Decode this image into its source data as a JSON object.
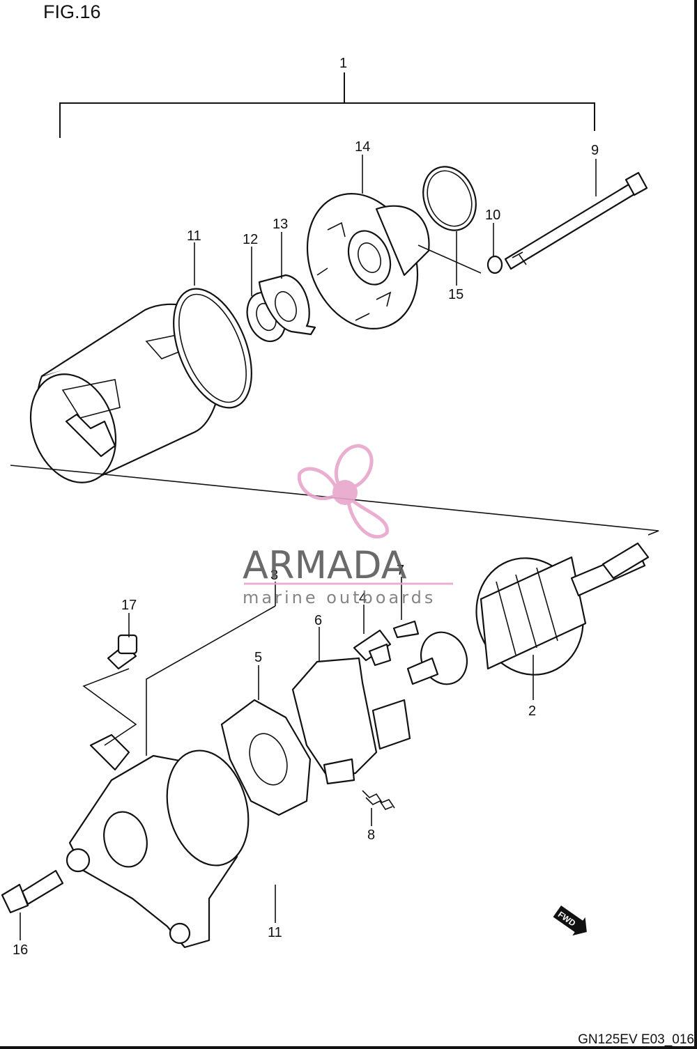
{
  "figure": {
    "title": "FIG.16",
    "code": "GN125EV E03_016"
  },
  "watermark": {
    "name": "ARMADA",
    "subtitle": "marine outboards",
    "accent_color": "#e8a6cc"
  },
  "direction_badge": {
    "label": "FWD"
  },
  "callouts": {
    "c1": "1",
    "c2": "2",
    "c3": "3",
    "c4": "4",
    "c5": "5",
    "c6": "6",
    "c7": "7",
    "c8": "8",
    "c9": "9",
    "c10": "10",
    "c11a": "11",
    "c11b": "11",
    "c12": "12",
    "c13": "13",
    "c14": "14",
    "c15": "15",
    "c16": "16",
    "c17": "17"
  }
}
